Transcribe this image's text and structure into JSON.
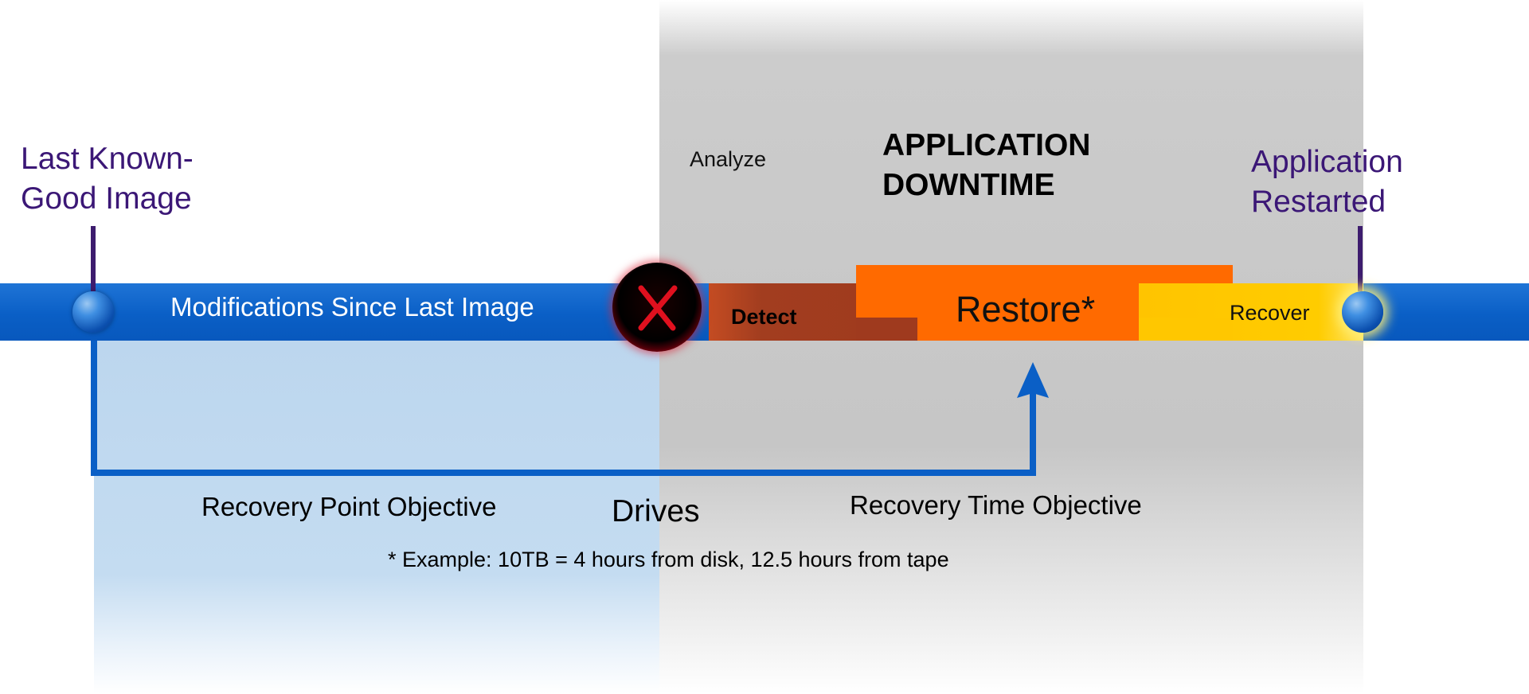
{
  "labels": {
    "last_known_good": [
      "Last Known-",
      "Good Image"
    ],
    "application_restarted": [
      "Application",
      "Restarted"
    ],
    "modifications": "Modifications Since Last Image",
    "analyze": "Analyze",
    "downtime_title": [
      "APPLICATION",
      "DOWNTIME"
    ],
    "detect": "Detect",
    "restore": "Restore*",
    "recover": "Recover",
    "rpo": "Recovery Point Objective",
    "drives": "Drives",
    "rto": "Recovery Time Objective",
    "footnote": "* Example: 10TB = 4 hours from disk, 12.5 hours from tape"
  },
  "colors": {
    "timeline": "#0a5fc6",
    "detect": "#9f3a1e",
    "restore": "#ff6a00",
    "recover": "#ffc700",
    "label_purple": "#3b1776",
    "arrow": "#0a5fc6",
    "downtime_zone": "#c8c8c8",
    "rpo_zone": "#bcd6ee"
  },
  "icons": {
    "failure": "x-failure-icon",
    "start_marker": "orb-marker-icon",
    "end_marker": "orb-marker-icon"
  }
}
